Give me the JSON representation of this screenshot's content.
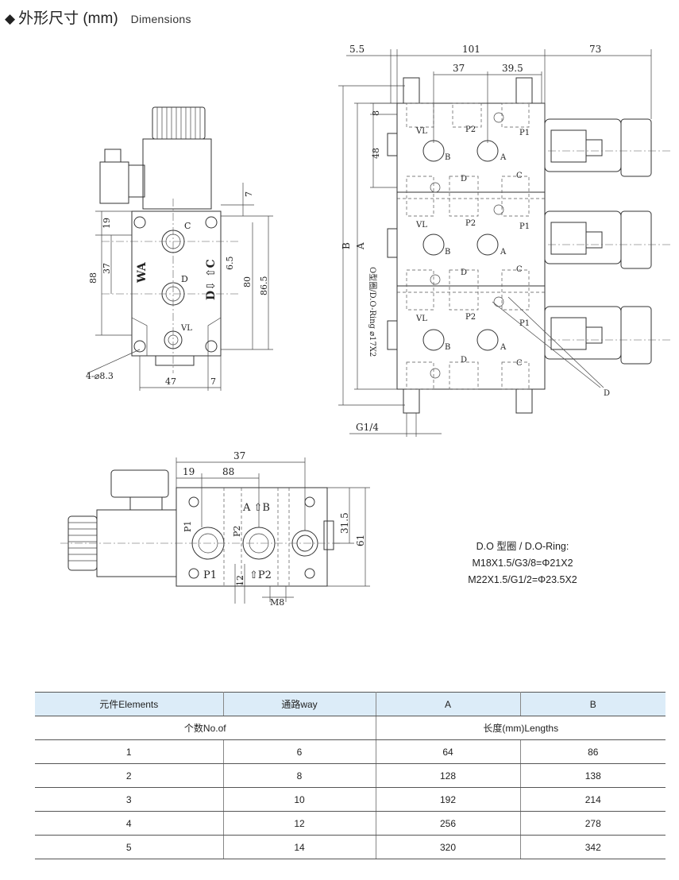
{
  "heading": {
    "symbol": "◆",
    "title_cn": "外形尺寸 (mm)",
    "title_en": "Dimensions"
  },
  "drawing_front": {
    "dims": [
      "19",
      "37",
      "88",
      "7",
      "6.5",
      "80",
      "86.5",
      "47",
      "7",
      "4-⌀8.3"
    ],
    "labels": [
      "C",
      "D",
      "VL",
      "WA",
      "D⇩ ⇧C"
    ]
  },
  "drawing_side": {
    "dims": [
      "5.5",
      "101",
      "73",
      "37",
      "39.5",
      "8",
      "48",
      "B",
      "A",
      "G1/4"
    ],
    "labels": [
      "VL",
      "P2",
      "P1",
      "B",
      "A",
      "D",
      "C",
      "O型圈/D.O-Ring ⌀17X2"
    ]
  },
  "drawing_bottom": {
    "dims": [
      "37",
      "19",
      "88",
      "31.5",
      "61",
      "12",
      "M8"
    ],
    "labels": [
      "P1",
      "A ⇧B",
      "P2",
      "P1",
      "⇧P2"
    ]
  },
  "notes": {
    "line1": "D.O 型圈 / D.O-Ring:",
    "line2": "M18X1.5/G3/8=Φ21X2",
    "line3": "M22X1.5/G1/2=Φ23.5X2"
  },
  "table": {
    "header": [
      "元件Elements",
      "通路way",
      "A",
      "B"
    ],
    "subheader": [
      "个数No.of",
      "长度(mm)Lengths"
    ],
    "rows": [
      [
        "1",
        "6",
        "64",
        "86"
      ],
      [
        "2",
        "8",
        "128",
        "138"
      ],
      [
        "3",
        "10",
        "192",
        "214"
      ],
      [
        "4",
        "12",
        "256",
        "278"
      ],
      [
        "5",
        "14",
        "320",
        "342"
      ]
    ]
  }
}
